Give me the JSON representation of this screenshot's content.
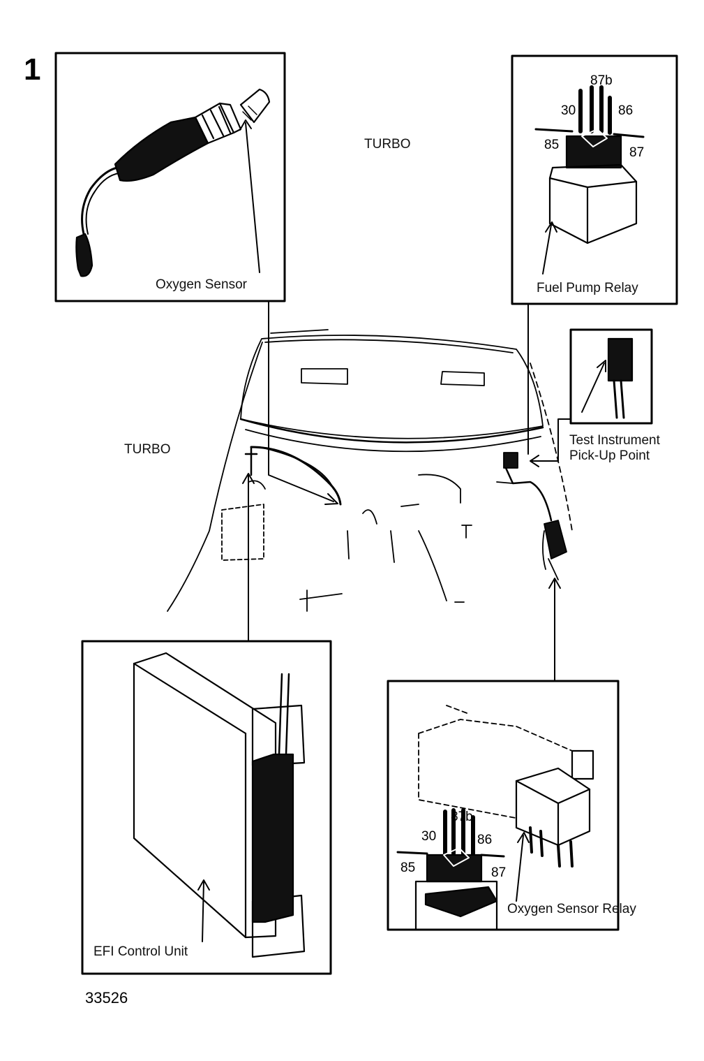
{
  "figure_number": "1",
  "figure_code": "33526",
  "turbo_labels": [
    "TURBO",
    "TURBO"
  ],
  "callouts": {
    "oxygen_sensor": "Oxygen Sensor",
    "fuel_pump_relay": "Fuel Pump Relay",
    "test_point_line1": "Test Instrument",
    "test_point_line2": "Pick-Up Point",
    "efi_control_unit": "EFI Control Unit",
    "oxygen_sensor_relay": "Oxygen Sensor Relay"
  },
  "relay_terminals": {
    "t87b": "87b",
    "t30": "30",
    "t86": "86",
    "t85": "85",
    "t87": "87"
  }
}
